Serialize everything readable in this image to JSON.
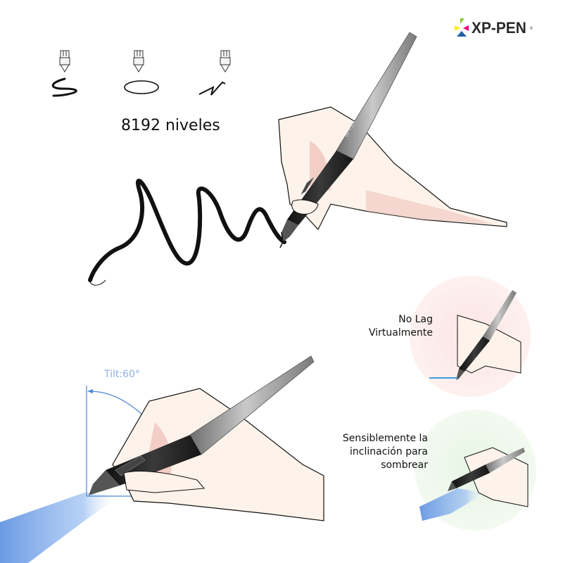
{
  "brand": {
    "name": "XP-PEN",
    "registered_mark": "®",
    "logo_colors": [
      "#8cc63f",
      "#e4007f",
      "#fff100",
      "#1d5fa8"
    ]
  },
  "pressure": {
    "strokes": [
      "squiggle-stroke",
      "ellipse-stroke",
      "zigzag-stroke"
    ],
    "label": "8192 niveles"
  },
  "tilt": {
    "label": "Tilt:60°",
    "accent_color": "#4a86d4"
  },
  "features": [
    {
      "label_line1": "No Lag",
      "label_line2": "Virtualmente",
      "bg_color": "#fcecea"
    },
    {
      "label_line1": "Sensiblemente la",
      "label_line2": "inclinación para",
      "label_line3": "sombrear",
      "bg_color": "#ecf7ea"
    }
  ],
  "pen": {
    "brand_print": "XP-PEN",
    "barrel_color": "#9a9a9a",
    "grip_color": "#222222"
  },
  "skin": {
    "fill": "#fdf3ea",
    "shadow": "#f0c4bd"
  }
}
